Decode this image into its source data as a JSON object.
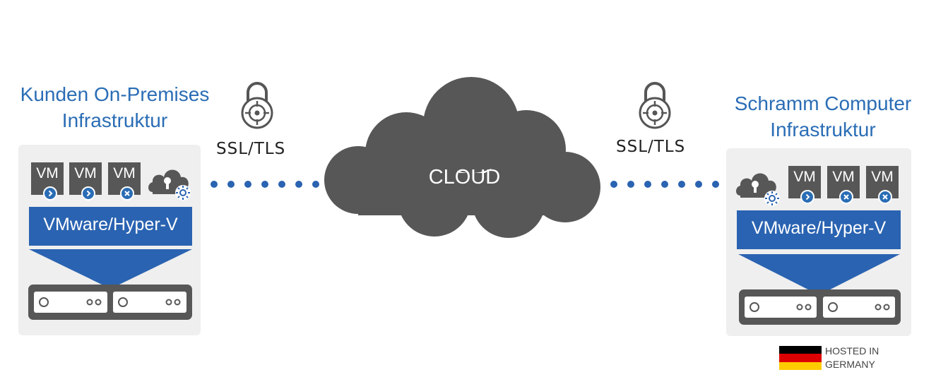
{
  "left": {
    "title_line1": "Kunden On-Premises",
    "title_line2": "Infrastruktur",
    "vms": [
      {
        "label": "VM",
        "status": "arrow"
      },
      {
        "label": "VM",
        "status": "arrow"
      },
      {
        "label": "VM",
        "status": "x"
      }
    ],
    "hypervisor": "VMware/Hyper-V"
  },
  "right": {
    "title_line1": "Schramm Computer",
    "title_line2": "Infrastruktur",
    "vms": [
      {
        "label": "VM",
        "status": "arrow"
      },
      {
        "label": "VM",
        "status": "x"
      },
      {
        "label": "VM",
        "status": "x"
      }
    ],
    "hypervisor": "VMware/Hyper-V",
    "hosted_line1": "HOSTED IN",
    "hosted_line2": "GERMANY"
  },
  "connection_left": {
    "label": "SSL/TLS"
  },
  "connection_right": {
    "label": "SSL/TLS"
  },
  "cloud": {
    "label": "CLOUD"
  },
  "colors": {
    "accent": "#2a63b1",
    "title": "#2a6db5",
    "dark": "#575757",
    "panel": "#efefef"
  },
  "icons": [
    "padlock-target-icon",
    "cloud-lock-icon",
    "gear-icon",
    "arrow-badge-icon",
    "x-badge-icon",
    "server-icon",
    "german-flag-icon"
  ]
}
